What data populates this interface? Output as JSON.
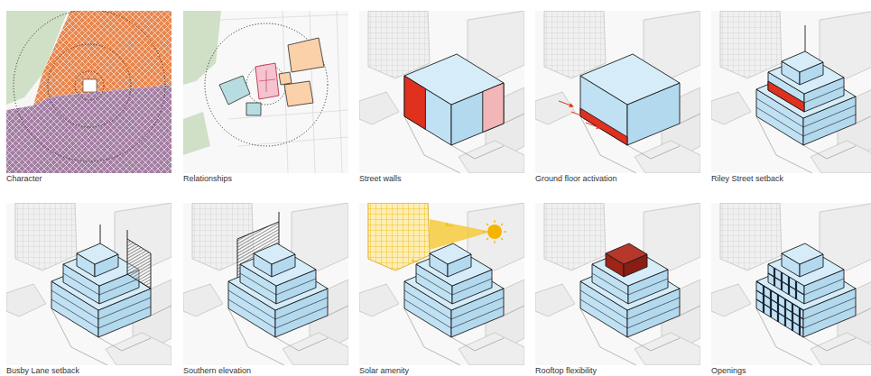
{
  "diagram": {
    "labels": [
      "Character",
      "Relationships",
      "Street walls",
      "Ground floor activation",
      "Riley Street setback",
      "Busby Lane setback",
      "Southern elevation",
      "Solar amenity",
      "Rooftop flexibility",
      "Openings"
    ]
  }
}
